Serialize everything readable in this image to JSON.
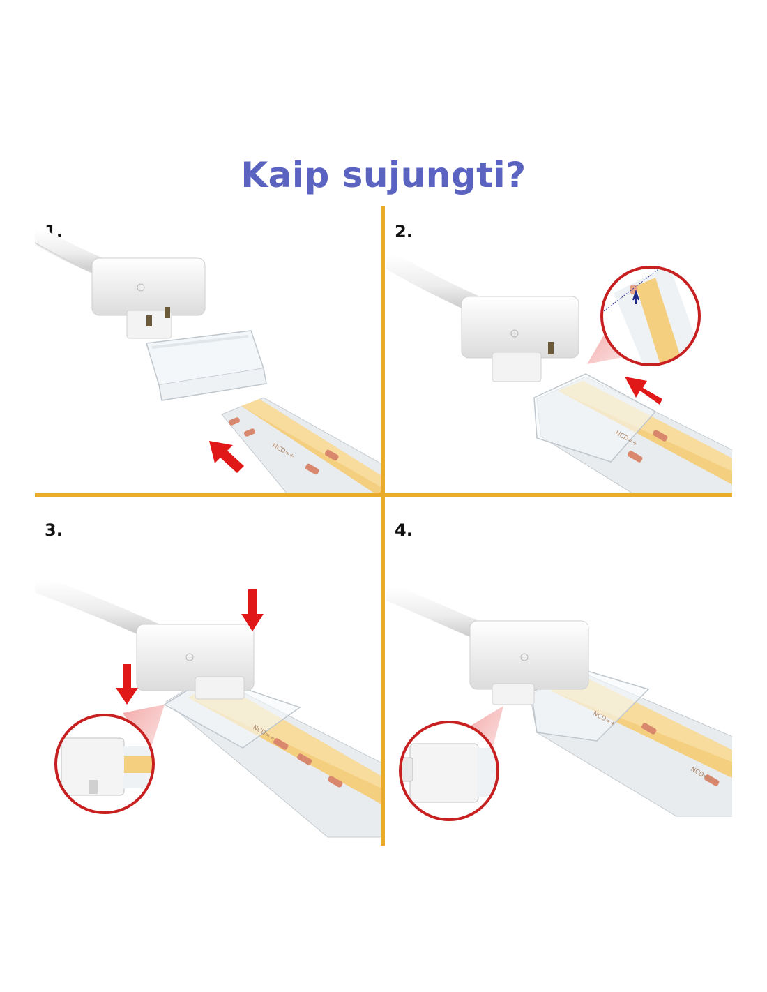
{
  "title": "Kaip sujungti?",
  "steps": [
    {
      "label": "1."
    },
    {
      "label": "2."
    },
    {
      "label": "3."
    },
    {
      "label": "4."
    }
  ],
  "strip_marking": "NCD=+",
  "colors": {
    "title": "#5a63c0",
    "divider": "#e9ab2a",
    "arrow": "#e01818",
    "zoom_circle": "#c62020",
    "led_strip_core": "#f4cf80",
    "led_pad": "#d9886e",
    "connector": "#f5f5f5",
    "cable": "#f2f2f2"
  }
}
